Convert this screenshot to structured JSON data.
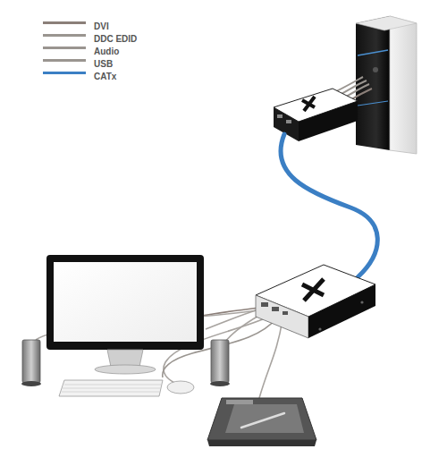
{
  "diagram": {
    "legend": [
      {
        "text": "DVI"
      },
      {
        "text": "DDC EDID"
      },
      {
        "text": "Audio"
      },
      {
        "text": "USB"
      },
      {
        "text": "CATx"
      }
    ]
  }
}
